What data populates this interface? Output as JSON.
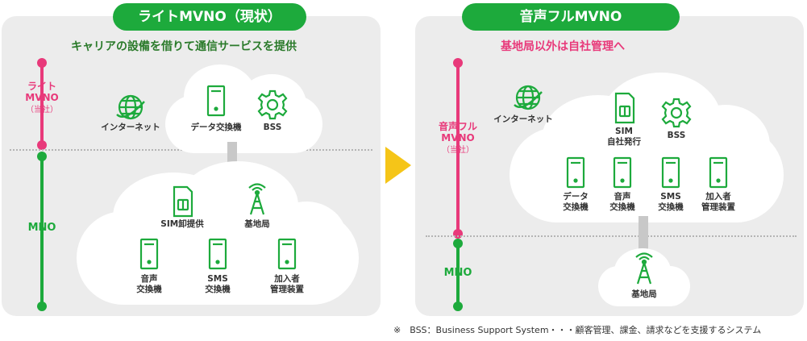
{
  "colors": {
    "green": "#1daa3c",
    "pink": "#e8397a",
    "arrow": "#f5c518",
    "panel": "#ececec"
  },
  "left": {
    "title": "ライトMVNO（現状）",
    "subtitle": "キャリアの設備を借りて通信サービスを提供",
    "mvno_label": "ライト\nMVNO",
    "mvno_sub": "（当社）",
    "mno_label": "MNO",
    "internet": "インターネット",
    "data_exchange": "データ交換機",
    "bss": "BSS",
    "sim": "SIM卸提供",
    "base_station": "基地局",
    "voice": "音声\n交換機",
    "sms": "SMS\n交換機",
    "subscriber": "加入者\n管理装置"
  },
  "right": {
    "title": "音声フルMVNO",
    "subtitle": "基地局以外は自社管理へ",
    "mvno_label": "音声フル\nMVNO",
    "mvno_sub": "（当社）",
    "mno_label": "MNO",
    "internet": "インターネット",
    "sim": "SIM\n自社発行",
    "bss": "BSS",
    "data": "データ\n交換機",
    "voice": "音声\n交換機",
    "sms": "SMS\n交換機",
    "subscriber": "加入者\n管理装置",
    "base_station": "基地局"
  },
  "footnote": "※　BSS：Business Support System・・・顧客管理、課金、請求などを支援するシステム"
}
